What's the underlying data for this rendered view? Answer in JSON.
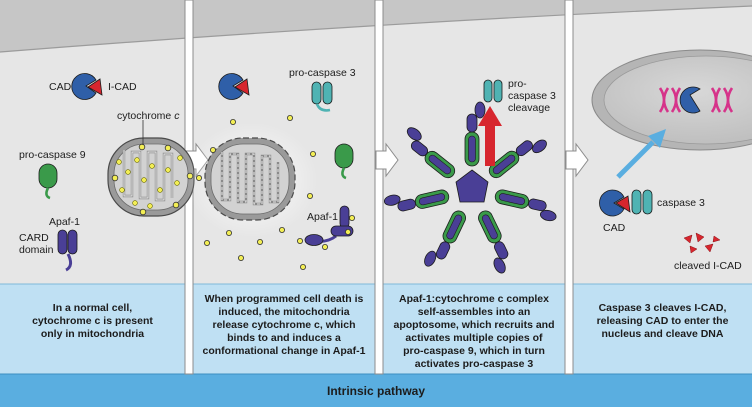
{
  "colors": {
    "cytoplasm": "#e6e6e6",
    "membrane": "#c6c6c6",
    "caption_panel": "#bfe0f3",
    "footer_bar": "#5aaee0",
    "apaf1": "#4a3f96",
    "caspase9": "#3a9a4a",
    "caspase3": "#4fb3b3",
    "cad": "#2f5fa8",
    "icad": "#d7262e",
    "dna": "#d6338a",
    "cytochrome_c": "#f3ee55"
  },
  "panels": [
    {
      "labels": {
        "cad": "CAD",
        "icad": "I-CAD",
        "cytochrome_c": "cytochrome ",
        "cytochrome_c_italic": "c",
        "procaspase9": "pro-caspase 9",
        "apaf1": "Apaf-1",
        "card_domain": "CARD\ndomain"
      },
      "caption": "In a normal cell,\ncytochrome c is present\nonly in mitochondria"
    },
    {
      "labels": {
        "procaspase3": "pro-caspase 3",
        "apaf1": "Apaf-1"
      },
      "caption": "When programmed cell death is\ninduced, the mitochondria\nrelease  cytochrome c, which\nbinds to and induces a\nconformational change in Apaf-1"
    },
    {
      "labels": {
        "procaspase3_cleavage": "pro-\ncaspase 3\ncleavage"
      },
      "caption": "Apaf-1:cytochrome c complex\nself-assembles into an\napoptosome, which recruits and\nactivates multiple copies of\npro-caspase 9, which in turn\nactivates pro-caspase 3"
    },
    {
      "labels": {
        "caspase3": "caspase 3",
        "cad": "CAD",
        "cleaved_icad": "cleaved I-CAD"
      },
      "caption": "Caspase 3 cleaves I-CAD,\nreleasing CAD to enter the\nnucleus and cleave DNA"
    }
  ],
  "footer": "Intrinsic pathway"
}
